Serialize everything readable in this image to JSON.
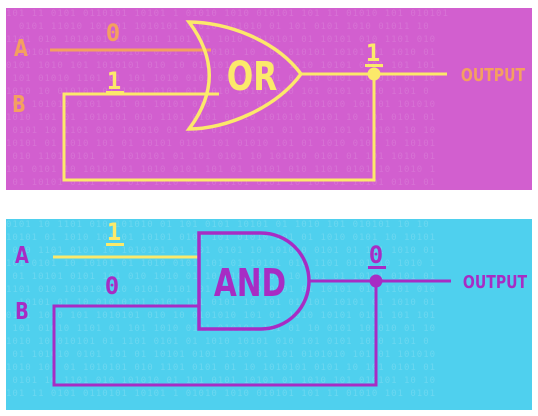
{
  "or_panel": {
    "gate_label": "OR",
    "input_a_label": "A",
    "input_b_label": "B",
    "input_a_value": "0",
    "input_b_value": "1",
    "output_value": "1",
    "output_label": "OUTPUT",
    "colors": {
      "background": "#d25fcf",
      "wire": "#fce96a",
      "input_a_wire": "#f4a060",
      "label": "#f4a060"
    }
  },
  "and_panel": {
    "gate_label": "AND",
    "input_a_label": "A",
    "input_b_label": "B",
    "input_a_value": "1",
    "input_b_value": "0",
    "output_value": "0",
    "output_label": "OUTPUT",
    "colors": {
      "background": "#4fd0ee",
      "wire": "#a72cc4",
      "input_a_wire": "#fce96a",
      "label": "#a72cc4"
    }
  }
}
